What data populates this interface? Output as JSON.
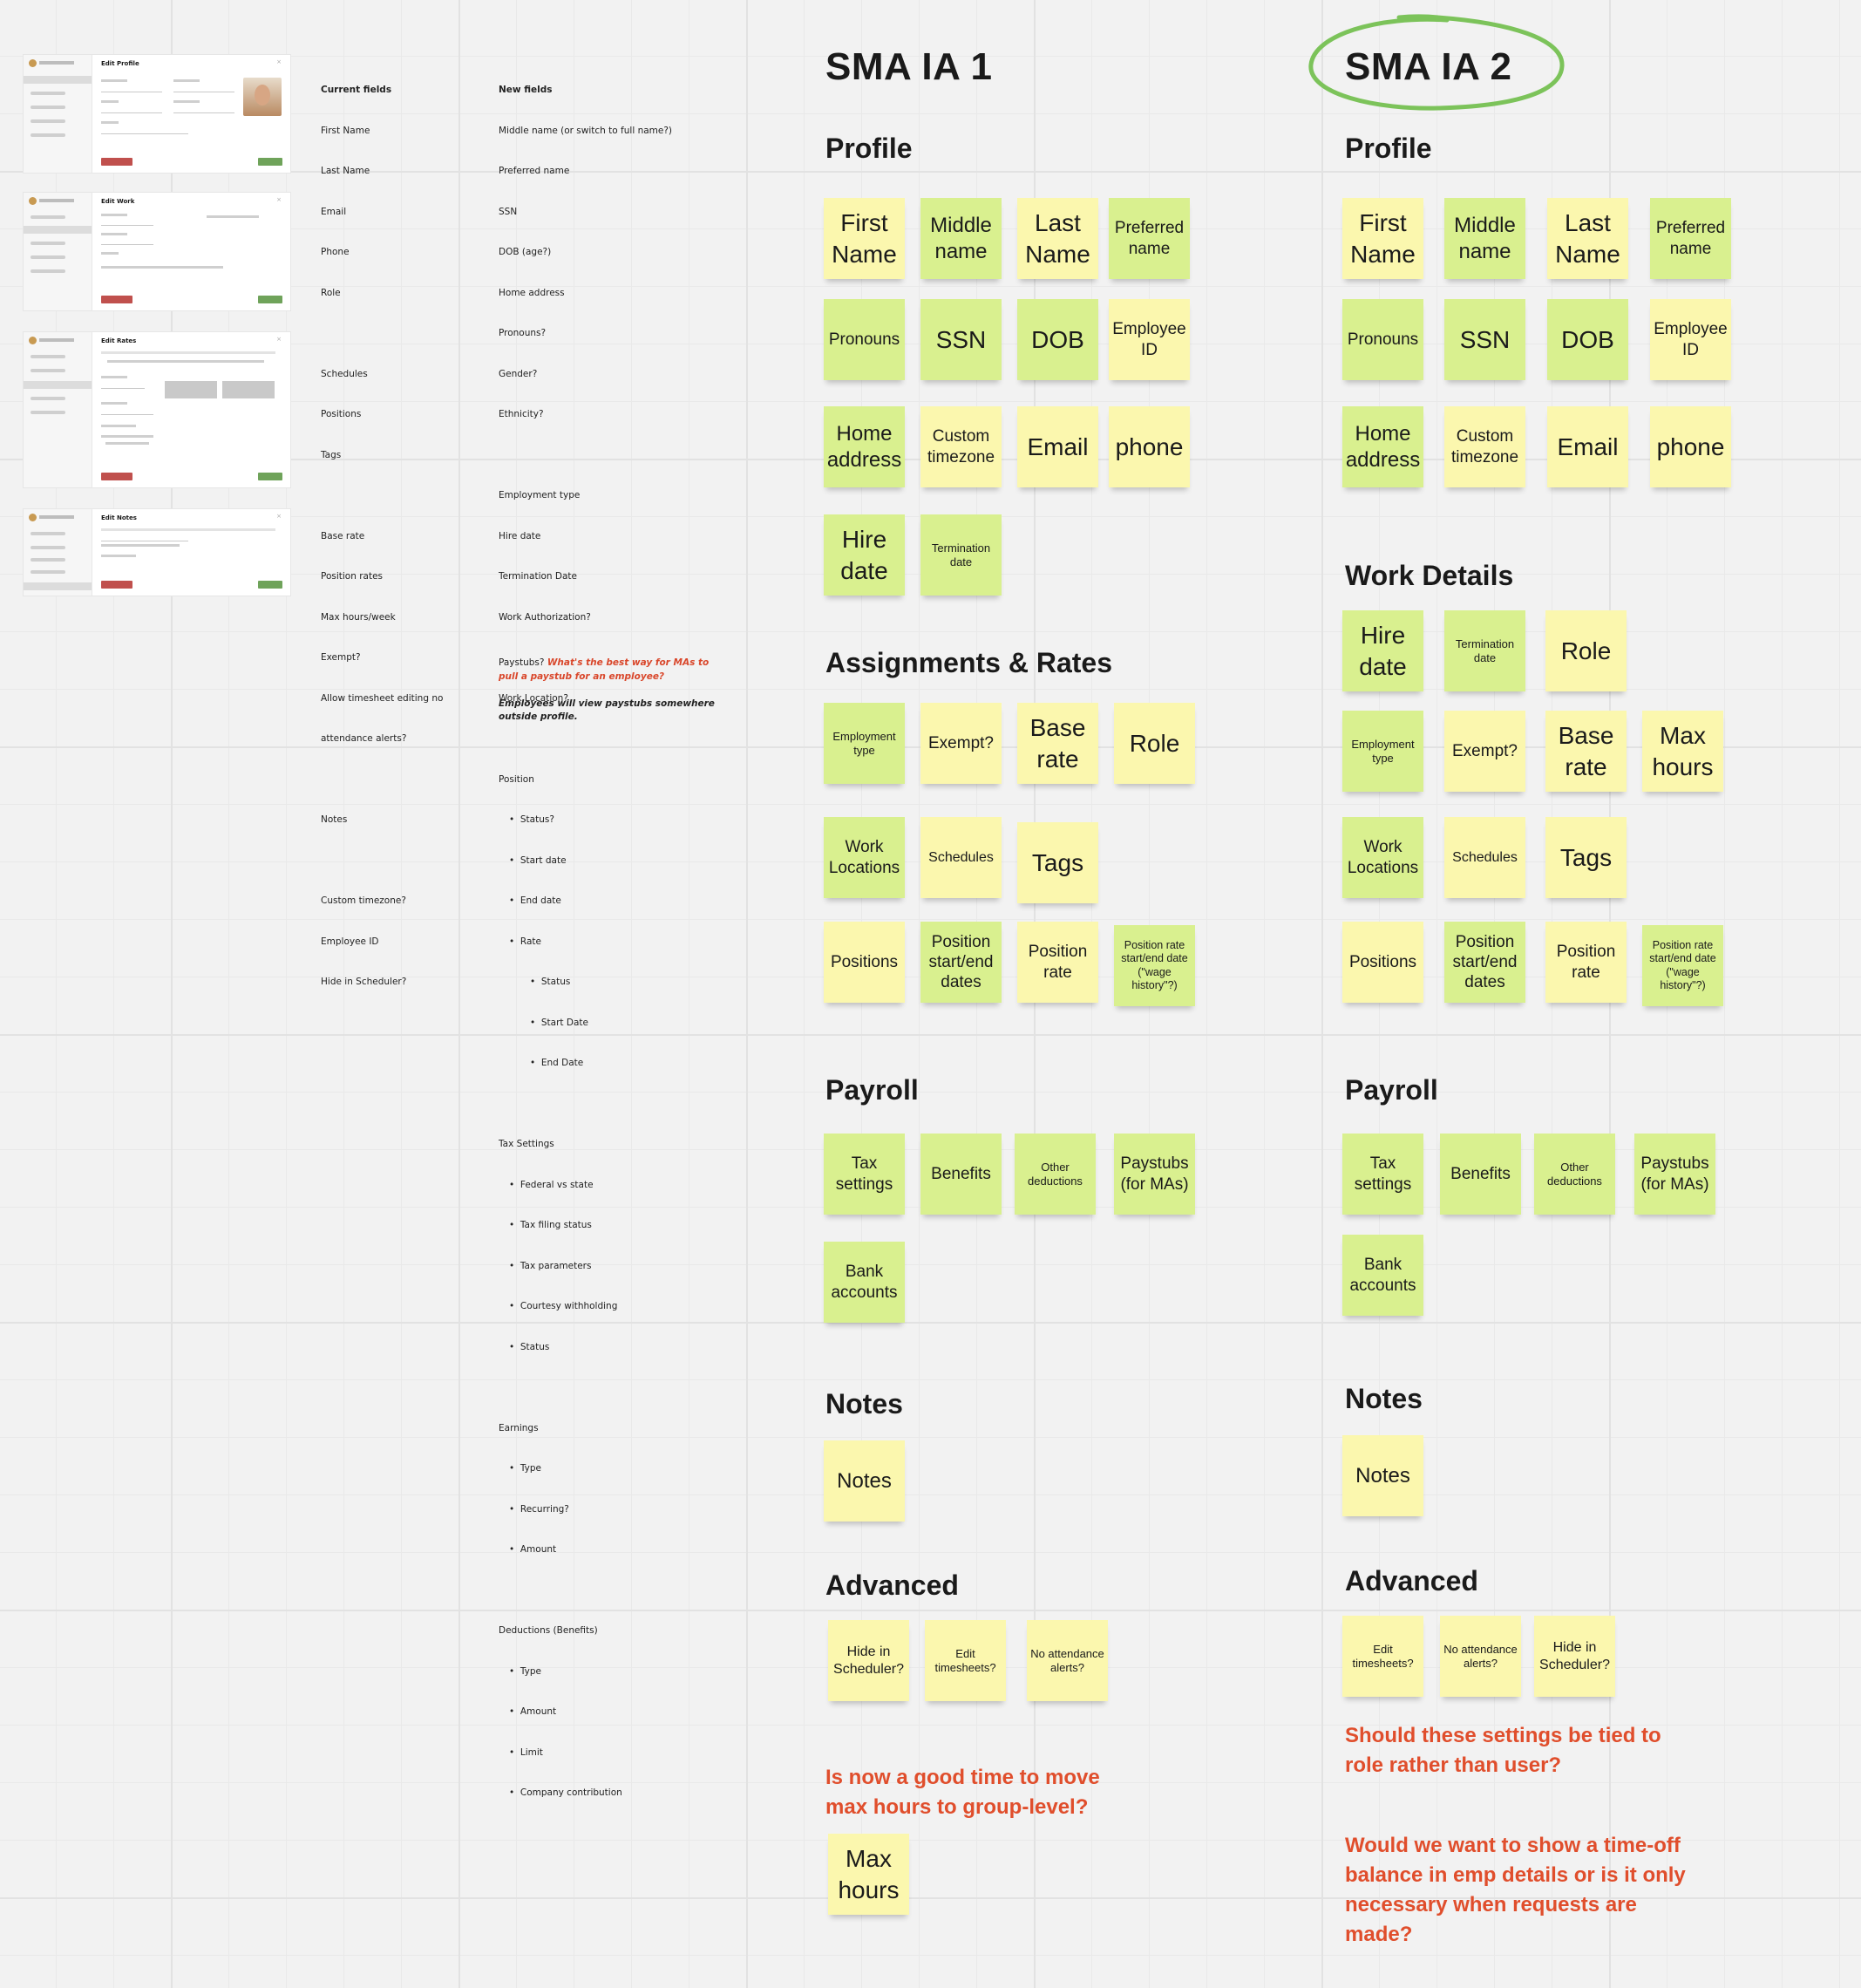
{
  "thumbnails": {
    "screens": [
      {
        "title": "Edit Profile"
      },
      {
        "title": "Edit Work"
      },
      {
        "title": "Edit Rates"
      },
      {
        "title": "Edit Notes"
      }
    ]
  },
  "current_fields": {
    "heading": "Current fields",
    "group1": [
      "First Name",
      "Last Name",
      "Email",
      "Phone",
      "Role"
    ],
    "group2": [
      "Schedules",
      "Positions",
      "Tags"
    ],
    "group3": [
      "Base rate",
      "Position rates",
      "Max hours/week",
      "Exempt?",
      "Allow timesheet editing no",
      "attendance alerts?"
    ],
    "group4": [
      "Notes"
    ],
    "group5": [
      "Custom timezone?",
      "Employee ID",
      "Hide in Scheduler?"
    ]
  },
  "new_fields": {
    "heading": "New fields",
    "group1": [
      "Middle name (or switch to full name?)",
      "Preferred name",
      "SSN",
      "DOB (age?)",
      "Home address",
      "Pronouns?",
      "Gender?",
      "Ethnicity?"
    ],
    "group2": [
      "Employment type",
      "Hire date",
      "Termination Date",
      "Work Authorization?"
    ],
    "work_location": "Work Location?",
    "position": {
      "label": "Position",
      "items": [
        "Status?",
        "Start date",
        "End date",
        "Rate"
      ],
      "rate_items": [
        "Status",
        "Start Date",
        "End Date"
      ]
    },
    "tax": {
      "label": "Tax Settings",
      "items": [
        "Federal vs state",
        "Tax filing status",
        "Tax parameters",
        "Courtesy withholding",
        "Status"
      ]
    },
    "earnings": {
      "label": "Earnings",
      "items": [
        "Type",
        "Recurring?",
        "Amount"
      ]
    },
    "deductions": {
      "label": "Deductions (Benefits)",
      "items": [
        "Type",
        "Amount",
        "Limit",
        "Company contribution"
      ]
    },
    "paystubs_label": "Paystubs?",
    "paystubs_question": "What's the best way for MAs to pull a paystub for an employee?",
    "paystubs_note": "Employees will view paystubs somewhere outside profile."
  },
  "ia1": {
    "title": "SMA IA 1",
    "profile_heading": "Profile",
    "profile": [
      "First Name",
      "Middle name",
      "Last Name",
      "Preferred name",
      "Pronouns",
      "SSN",
      "DOB",
      "Employee ID",
      "Home address",
      "Custom timezone",
      "Email",
      "phone",
      "Hire date",
      "Termination date"
    ],
    "assign_heading": "Assignments & Rates",
    "assign": [
      "Employment type",
      "Exempt?",
      "Base rate",
      "Role",
      "Work Locations",
      "Schedules",
      "Tags",
      "Positions",
      "Position start/end dates",
      "Position rate",
      "Position rate start/end date (\"wage history\"?)"
    ],
    "payroll_heading": "Payroll",
    "payroll": [
      "Tax settings",
      "Benefits",
      "Other deductions",
      "Paystubs (for MAs)",
      "Bank accounts"
    ],
    "notes_heading": "Notes",
    "notes": [
      "Notes"
    ],
    "advanced_heading": "Advanced",
    "advanced": [
      "Hide in Scheduler?",
      "Edit timesheets?",
      "No attendance alerts?"
    ],
    "question": "Is now a good time to move max hours to group-level?",
    "extra": [
      "Max hours"
    ]
  },
  "ia2": {
    "title": "SMA IA 2",
    "circle_color": "#7cc35a",
    "profile_heading": "Profile",
    "profile": [
      "First Name",
      "Middle name",
      "Last Name",
      "Preferred name",
      "Pronouns",
      "SSN",
      "DOB",
      "Employee ID",
      "Home address",
      "Custom timezone",
      "Email",
      "phone"
    ],
    "work_heading": "Work Details",
    "work": [
      "Hire date",
      "Termination date",
      "Role",
      "Employment type",
      "Exempt?",
      "Base rate",
      "Max hours",
      "Work Locations",
      "Schedules",
      "Tags",
      "Positions",
      "Position start/end dates",
      "Position rate",
      "Position rate start/end date (\"wage history\"?)"
    ],
    "payroll_heading": "Payroll",
    "payroll": [
      "Tax settings",
      "Benefits",
      "Other deductions",
      "Paystubs (for MAs)",
      "Bank accounts"
    ],
    "notes_heading": "Notes",
    "notes": [
      "Notes"
    ],
    "advanced_heading": "Advanced",
    "advanced": [
      "Edit timesheets?",
      "No attendance alerts?",
      "Hide in Scheduler?"
    ],
    "question1": "Should these settings be tied to role rather than user?",
    "question2": "Would we want to show a time-off balance in emp details or is it only necessary when requests are made?"
  },
  "colors": {
    "sticky_green": "#d9f08f",
    "sticky_yellow": "#fbf7ae",
    "question_red": "#e04e2c"
  }
}
